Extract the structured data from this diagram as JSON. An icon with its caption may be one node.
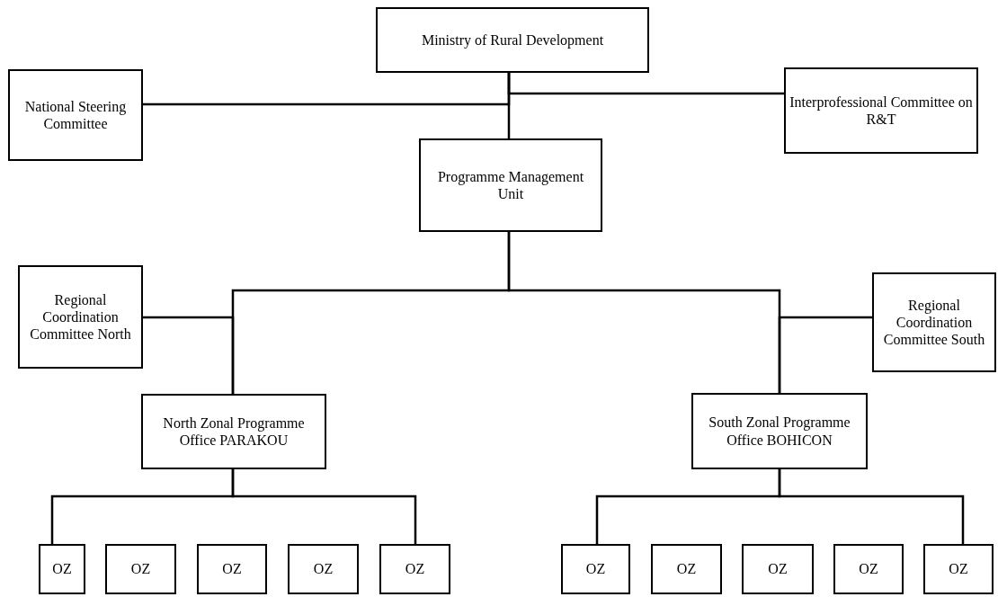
{
  "diagram": {
    "nodes": [
      {
        "text": [
          "Ministry of Rural Development"
        ]
      },
      {
        "text": [
          "National Steering Committee"
        ]
      },
      {
        "text": [
          "Interprofessional Committee on R&T"
        ]
      },
      {
        "text": [
          "Programme Management Unit"
        ]
      },
      {
        "text": [
          "Regional Coordination Committee North"
        ]
      },
      {
        "text": [
          "Regional Coordination Committee South"
        ]
      },
      {
        "text": [
          "North Zonal Programme Office PARAKOU"
        ]
      },
      {
        "text": [
          "South Zonal Programme Office BOHICON"
        ]
      },
      {
        "text": [
          "OZ"
        ]
      },
      {
        "text": [
          "OZ"
        ]
      },
      {
        "text": [
          "OZ"
        ]
      },
      {
        "text": [
          "OZ"
        ]
      },
      {
        "text": [
          "OZ"
        ]
      },
      {
        "text": [
          "OZ"
        ]
      },
      {
        "text": [
          "OZ"
        ]
      },
      {
        "text": [
          "OZ"
        ]
      },
      {
        "text": [
          "OZ"
        ]
      },
      {
        "text": [
          "OZ"
        ]
      }
    ],
    "edges": [
      {
        "from": 0,
        "to": 3,
        "arrow": "none"
      },
      {
        "from": 0,
        "to": 1,
        "arrow": "none"
      },
      {
        "from": 0,
        "to": 2,
        "arrow": "none"
      },
      {
        "from": 3,
        "to": 6,
        "arrow": "none"
      },
      {
        "from": 3,
        "to": 7,
        "arrow": "none"
      },
      {
        "from": 4,
        "to": 6,
        "arrow": "none"
      },
      {
        "from": 5,
        "to": 7,
        "arrow": "none"
      },
      {
        "from": 6,
        "to": 8,
        "arrow": "none"
      },
      {
        "from": 6,
        "to": 12,
        "arrow": "none"
      },
      {
        "from": 7,
        "to": 13,
        "arrow": "none"
      },
      {
        "from": 7,
        "to": 17,
        "arrow": "none"
      }
    ]
  }
}
